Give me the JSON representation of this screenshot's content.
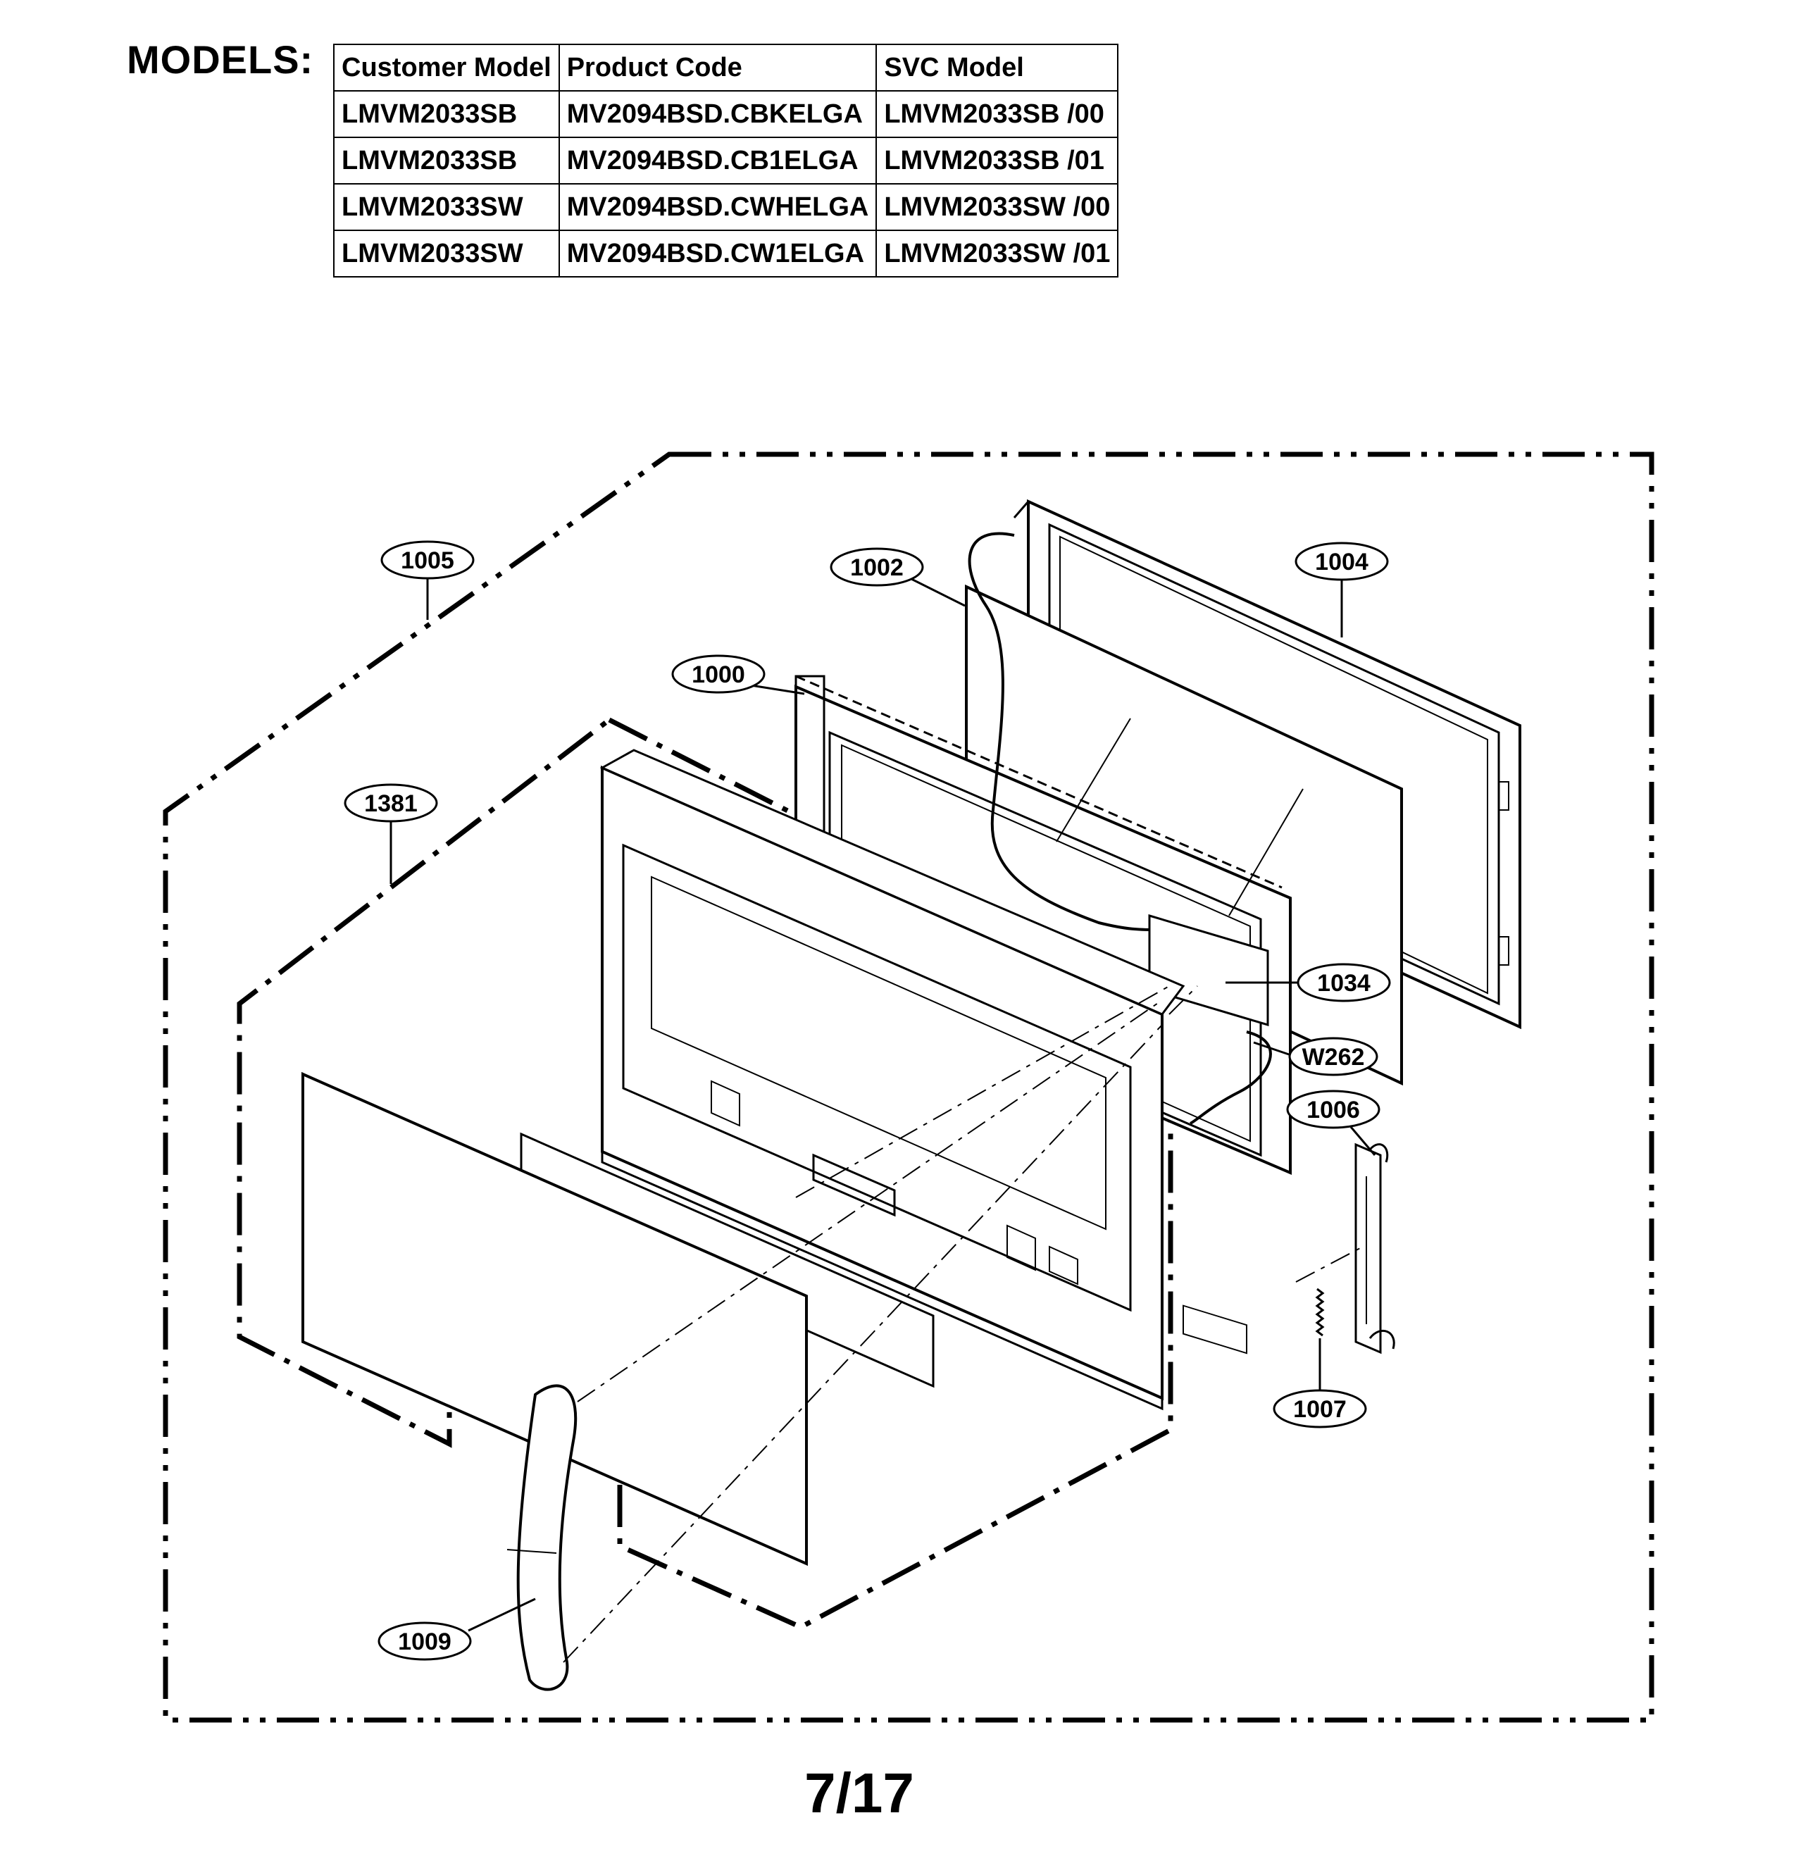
{
  "heading": "MODELS:",
  "table": {
    "headers": [
      "Customer Model",
      "Product Code",
      "SVC Model"
    ],
    "rows": [
      [
        "LMVM2033SB",
        "MV2094BSD.CBKELGA",
        "LMVM2033SB /00"
      ],
      [
        "LMVM2033SB",
        "MV2094BSD.CB1ELGA",
        "LMVM2033SB /01"
      ],
      [
        "LMVM2033SW",
        "MV2094BSD.CWHELGA",
        "LMVM2033SW /00"
      ],
      [
        "LMVM2033SW",
        "MV2094BSD.CW1ELGA",
        "LMVM2033SW /01"
      ]
    ]
  },
  "callouts": {
    "c1005": "1005",
    "c1002": "1002",
    "c1004": "1004",
    "c1000": "1000",
    "c1381": "1381",
    "c1034": "1034",
    "cW262": "W262",
    "c1006": "1006",
    "c1007": "1007",
    "c1009": "1009"
  },
  "page_number": "7/17"
}
